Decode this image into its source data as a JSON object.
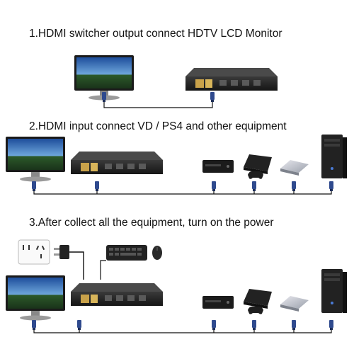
{
  "steps": [
    {
      "label": "1.HDMI switcher output connect HDTV LCD Monitor"
    },
    {
      "label": "2.HDMI input connect VD / PS4 and other equipment"
    },
    {
      "label": "3.After collect all the equipment, turn on the power"
    }
  ],
  "colors": {
    "cable": "#111111",
    "connector": "#2f4a8e",
    "switcher_body": "#1f1f1f",
    "switcher_accent": "#c9a24a",
    "screen_sky": "#3a6fb3"
  },
  "icons": {
    "monitor": "monitor-icon",
    "switcher": "hdmi-switcher-icon",
    "dvd_player": "dvd-player-icon",
    "ps4": "ps4-console-icon",
    "set_top_box": "set-top-box-icon",
    "pc_tower": "pc-tower-icon",
    "power_outlet": "power-outlet-icon",
    "power_plug": "power-plug-icon",
    "keyboard": "keyboard-icon",
    "mouse": "mouse-icon",
    "gamepad": "gamepad-icon"
  }
}
